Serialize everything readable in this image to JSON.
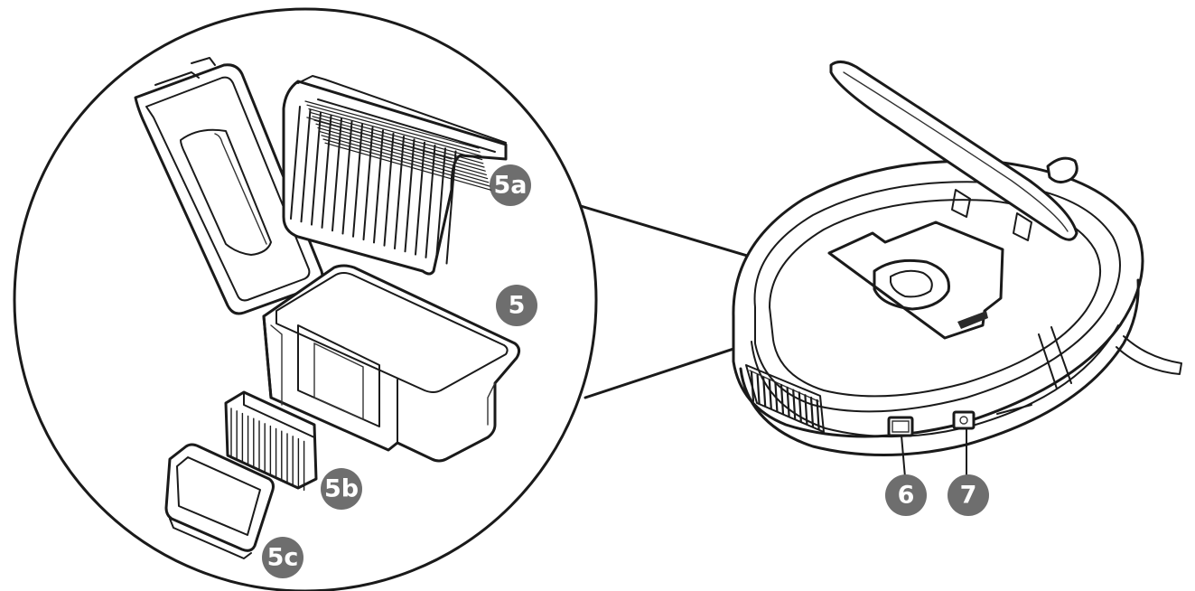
{
  "callouts": {
    "dust_bin": "5",
    "top_filter": "5a",
    "hepa_filter": "5b",
    "filter_frame": "5c",
    "power_switch": "6",
    "charging_port": "7"
  },
  "colors": {
    "line": "#1a1a1a",
    "badge": "#6e6e6e",
    "badge_text": "#ffffff",
    "background": "#ffffff"
  }
}
